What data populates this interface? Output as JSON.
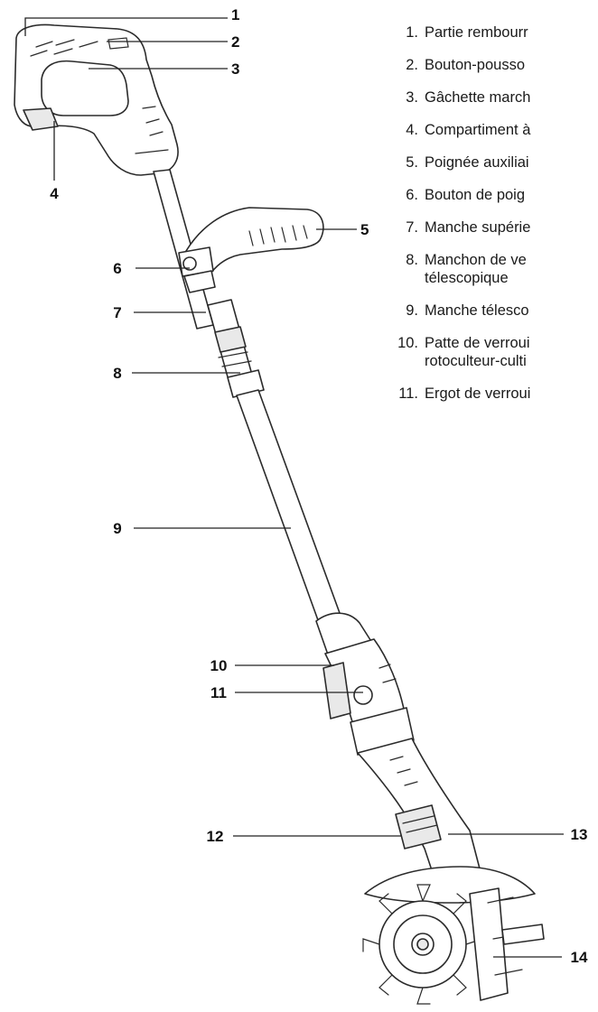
{
  "callouts": [
    "1",
    "2",
    "3",
    "4",
    "5",
    "6",
    "7",
    "8",
    "9",
    "10",
    "11",
    "12",
    "13",
    "14"
  ],
  "legend": [
    {
      "num": "1.",
      "text": "Partie rembourr"
    },
    {
      "num": "2.",
      "text": "Bouton-pousso"
    },
    {
      "num": "3.",
      "text": "Gâchette march"
    },
    {
      "num": "4.",
      "text": "Compartiment à"
    },
    {
      "num": "5.",
      "text": "Poignée auxiliai"
    },
    {
      "num": "6.",
      "text": "Bouton de poig"
    },
    {
      "num": "7.",
      "text": "Manche supérie"
    },
    {
      "num": "8.",
      "text": "Manchon de ve",
      "line2": "télescopique"
    },
    {
      "num": "9.",
      "text": "Manche télesco"
    },
    {
      "num": "10.",
      "text": "Patte de verroui",
      "line2": "rotoculteur-culti"
    },
    {
      "num": "11.",
      "text": "Ergot de verroui"
    }
  ]
}
